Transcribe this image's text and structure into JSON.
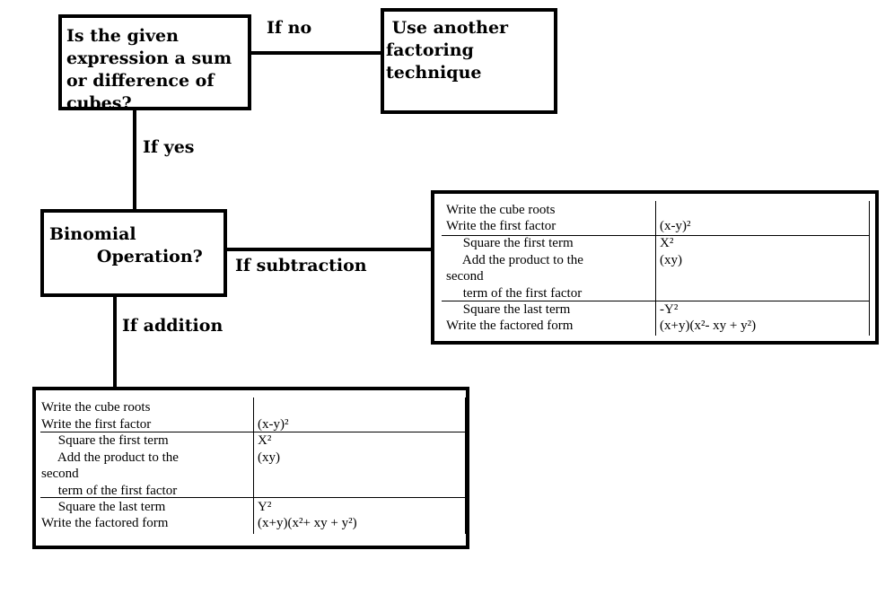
{
  "question_box": {
    "text": "Is the given\nexpression a sum\nor difference of\ncubes?"
  },
  "other_box": {
    "text": " Use another\nfactoring\ntechnique"
  },
  "operation_box": {
    "text": "Binomial\n        Operation?"
  },
  "branch_labels": {
    "no": "If no",
    "yes": "If yes",
    "subtraction": "If subtraction",
    "addition": "If addition"
  },
  "subtraction_table": {
    "left": [
      "Write the cube roots",
      "Write the first factor",
      "     Square the first term",
      "     Add the product to the\nsecond\n     term of the first factor",
      "     Square the last term",
      "Write the factored form"
    ],
    "right": [
      "",
      "(x-y)²",
      "X²",
      "(xy)",
      "-Y²",
      "(x+y)(x²- xy + y²)"
    ]
  },
  "addition_table": {
    "left": [
      "Write the cube roots",
      "Write the first factor",
      "     Square the first term",
      "     Add the product to the\nsecond\n     term of the first factor",
      "     Square the last term",
      "Write the factored form"
    ],
    "right": [
      "",
      "(x-y)²",
      "X²",
      "(xy)",
      "Y²",
      "(x+y)(x²+ xy + y²)"
    ]
  }
}
